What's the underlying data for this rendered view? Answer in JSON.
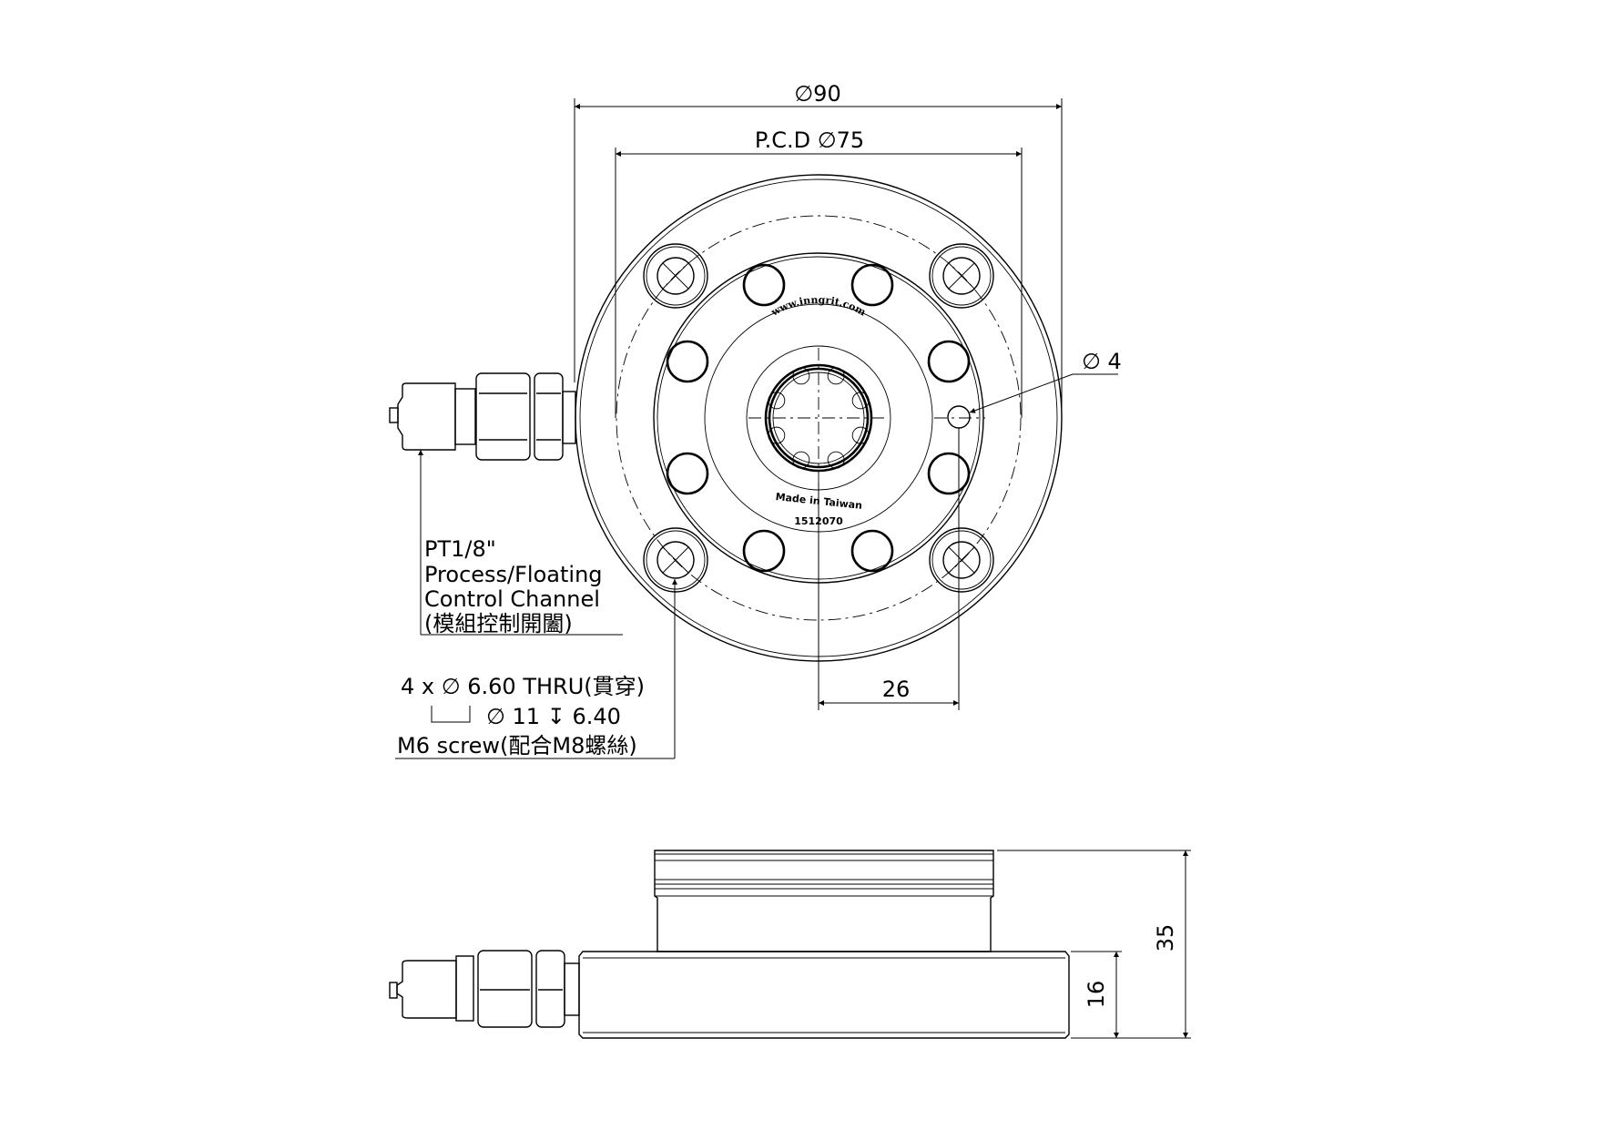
{
  "top_view": {
    "dim_outer_diameter": "∅90",
    "dim_pcd": "P.C.D ∅75",
    "dim_small_hole": "∅ 4",
    "dim_offset": "26",
    "engraving_url": "www.inngrit.com",
    "engraving_origin": "Made in Taiwan",
    "engraving_serial": "1512070"
  },
  "callout_port": {
    "lines": [
      "PT1/8\"",
      "Process/Floating",
      "Control Channel",
      "(模組控制開闔)"
    ]
  },
  "callout_holes": {
    "lines": [
      "4 x  ∅  6.60 THRU(貫穿)",
      "∅ 11  ↧  6.40",
      "M6 screw(配合M8螺絲)"
    ]
  },
  "side_view": {
    "dim_total_height": "35",
    "dim_base_height": "16"
  }
}
